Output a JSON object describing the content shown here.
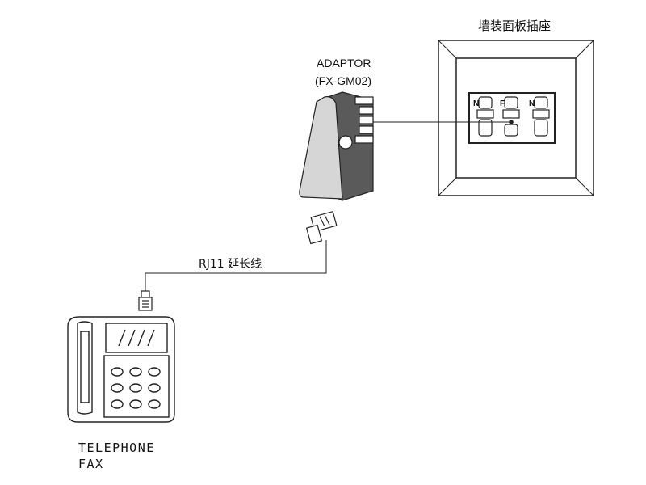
{
  "wall_socket": {
    "title": "墙装面板插座",
    "terminals": [
      "N",
      "F",
      "N"
    ]
  },
  "adaptor": {
    "name": "ADAPTOR",
    "model": "(FX-GM02)"
  },
  "cable": {
    "label": "RJ11 延长线"
  },
  "device": {
    "line1": "TELEPHONE",
    "line2": "FAX"
  },
  "colors": {
    "line": "#222222",
    "adaptor_face": "#d6d6d6",
    "adaptor_side": "#5a5a5a"
  }
}
